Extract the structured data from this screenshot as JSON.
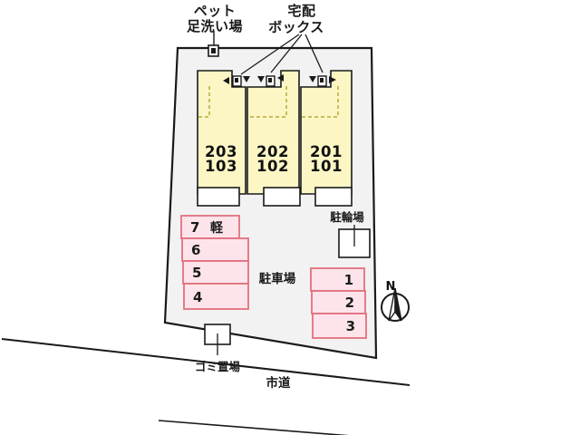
{
  "map": {
    "title": "apartment-site-plan",
    "colors": {
      "site_fill": "#f2f2f2",
      "building_fill": "#fbf6c4",
      "parking_fill": "#fde4ea",
      "parking_stroke": "#e2707f",
      "outline": "#1a1a1a",
      "entrance_fill": "#ffffff"
    },
    "callouts": [
      {
        "id": "pet-wash",
        "line1": "ペット",
        "line2": "足洗い場"
      },
      {
        "id": "delivery-box",
        "line1": "宅配",
        "line2": "ボックス"
      }
    ],
    "building": {
      "units": [
        {
          "id": "unit-west",
          "upper": "203",
          "lower": "103"
        },
        {
          "id": "unit-center",
          "upper": "202",
          "lower": "102"
        },
        {
          "id": "unit-east",
          "upper": "201",
          "lower": "101"
        }
      ]
    },
    "parking_label": "駐車場",
    "bicycle_label": "駐輪場",
    "garbage_label": "ゴミ置場",
    "road_label": "市道",
    "compass_label": "N",
    "parking_left": [
      {
        "id": "stall-7",
        "number": "7",
        "note": "軽"
      },
      {
        "id": "stall-6",
        "number": "6",
        "note": ""
      },
      {
        "id": "stall-5",
        "number": "5",
        "note": ""
      },
      {
        "id": "stall-4",
        "number": "4",
        "note": ""
      }
    ],
    "parking_right": [
      {
        "id": "stall-1",
        "number": "1"
      },
      {
        "id": "stall-2",
        "number": "2"
      },
      {
        "id": "stall-3",
        "number": "3"
      }
    ]
  }
}
